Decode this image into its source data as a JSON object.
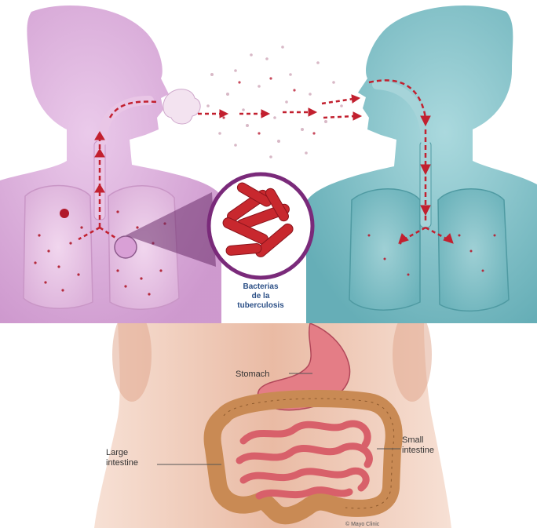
{
  "top_panel": {
    "inset_caption_lines": [
      "Bacterias",
      "de la",
      "tuberculosis"
    ]
  },
  "bottom_panel": {
    "labels": {
      "stomach": "Stomach",
      "large_intestine_line1": "Large",
      "large_intestine_line2": "intestine",
      "small_intestine_line1": "Small",
      "small_intestine_line2": "intestine"
    },
    "credit": "© Mayo Clinic"
  },
  "colors": {
    "infected_body": "#d9a7d9",
    "healthy_body": "#72bcc4",
    "arrow": "#c2202f",
    "bacteria": "#c8282e",
    "inset_ring": "#7a2a7a",
    "caption": "#2b4f86",
    "skin": "#e8b49a",
    "intestine": "#c98a54",
    "small_intestine": "#d8606a",
    "stomach": "#e47d86"
  }
}
